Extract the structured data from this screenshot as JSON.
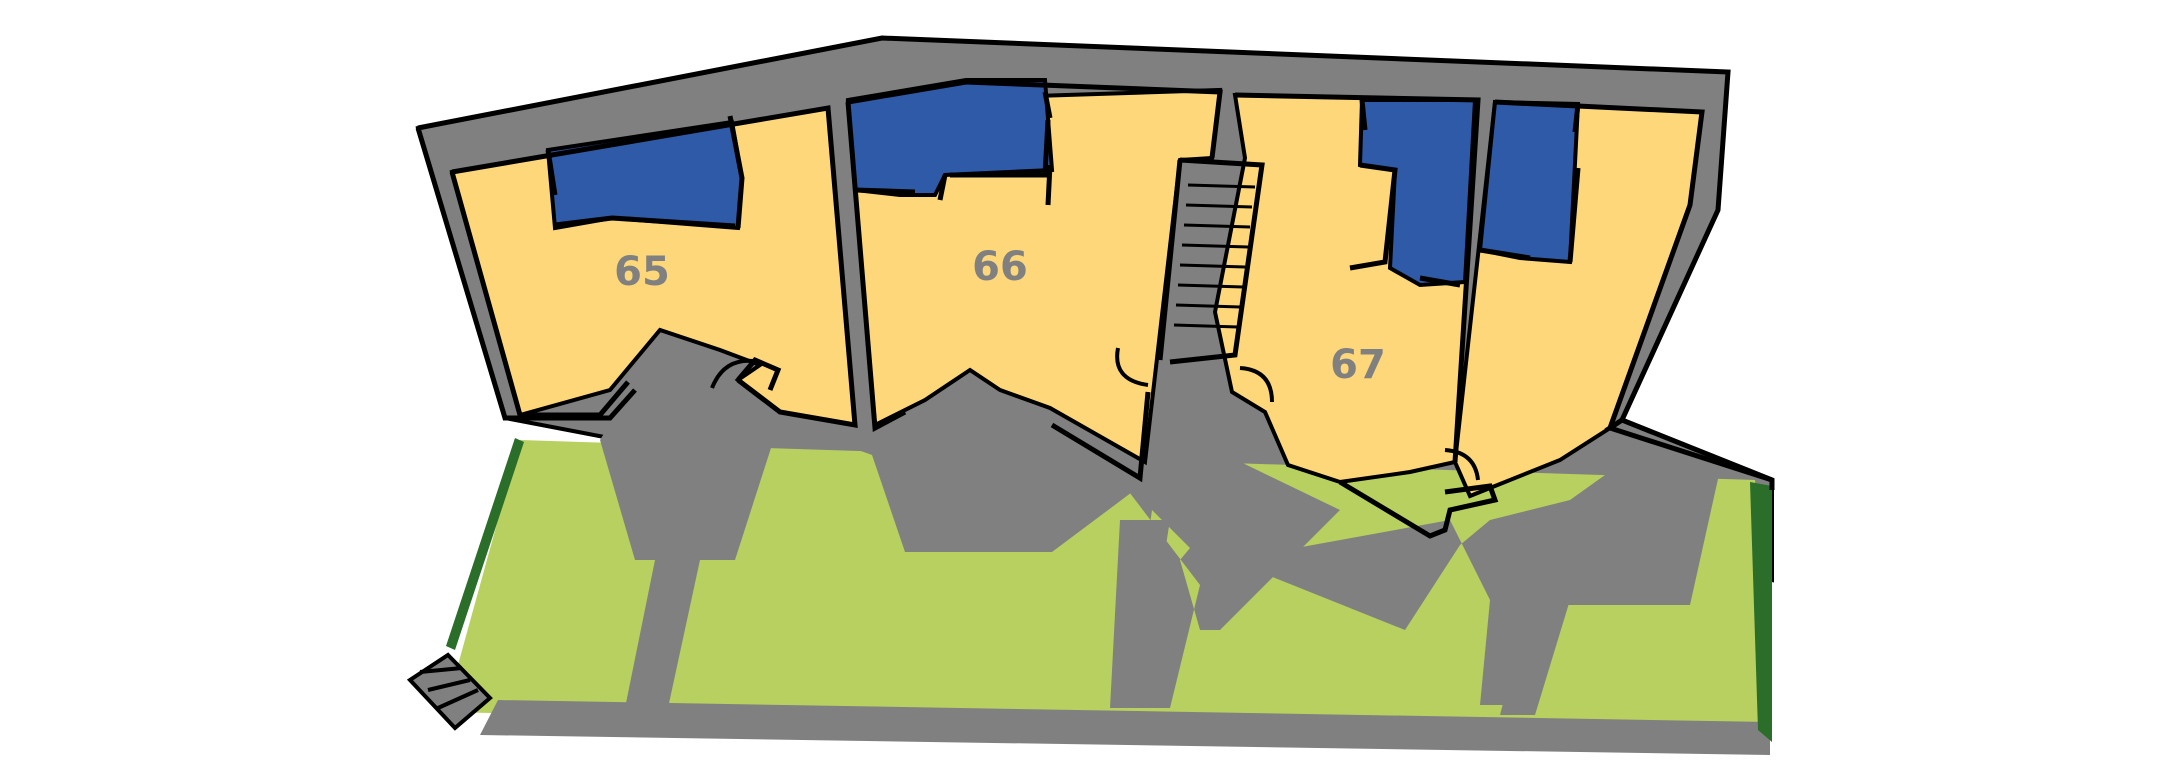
{
  "map": {
    "units": [
      {
        "id": "65",
        "label": "65"
      },
      {
        "id": "66",
        "label": "66"
      },
      {
        "id": "67",
        "label": "67"
      }
    ]
  },
  "colors": {
    "wall": "#808080",
    "outline": "#000000",
    "room_floor": "#fdd779",
    "wet_area": "#2f5aa8",
    "lawn": "#b8d060",
    "hedge": "#2a6e2a",
    "paving": "#808080",
    "label": "#808080"
  }
}
